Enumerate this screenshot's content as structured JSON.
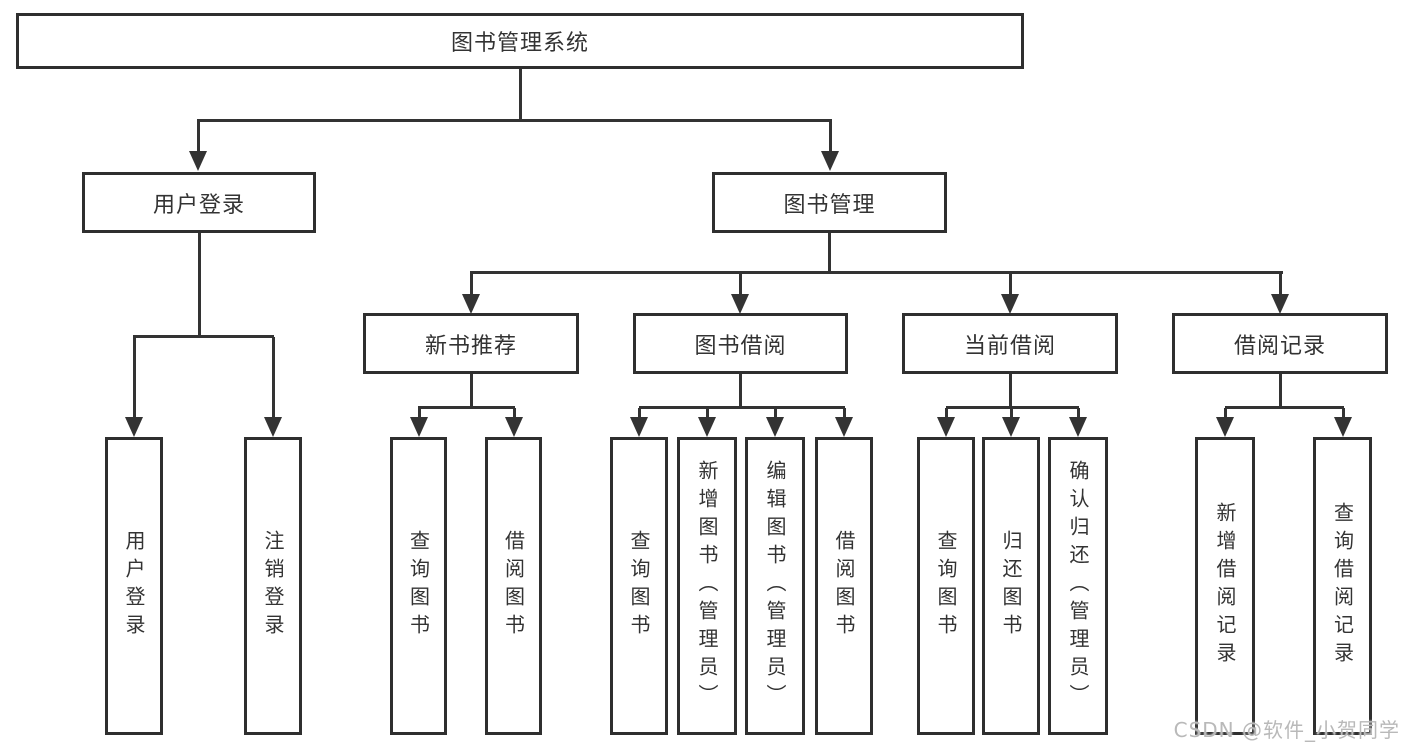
{
  "diagram": {
    "root": {
      "label": "图书管理系统"
    },
    "branches": [
      {
        "label": "用户登录",
        "children": [
          {
            "label": "用户登录"
          },
          {
            "label": "注销登录"
          }
        ]
      },
      {
        "label": "图书管理",
        "children": [
          {
            "label": "新书推荐",
            "children": [
              {
                "label": "查询图书"
              },
              {
                "label": "借阅图书"
              }
            ]
          },
          {
            "label": "图书借阅",
            "children": [
              {
                "label": "查询图书"
              },
              {
                "label": "新增图书（管理员）"
              },
              {
                "label": "编辑图书（管理员）"
              },
              {
                "label": "借阅图书"
              }
            ]
          },
          {
            "label": "当前借阅",
            "children": [
              {
                "label": "查询图书"
              },
              {
                "label": "归还图书"
              },
              {
                "label": "确认归还（管理员）"
              }
            ]
          },
          {
            "label": "借阅记录",
            "children": [
              {
                "label": "新增借阅记录"
              },
              {
                "label": "查询借阅记录"
              }
            ]
          }
        ]
      }
    ]
  },
  "watermark": {
    "text": "CSDN @软件_小贺同学"
  },
  "colors": {
    "line": "#333333",
    "box_border": "#2f2f2f",
    "box_fill": "#ffffff",
    "text": "#333333",
    "watermark": "#b9b9b9"
  }
}
